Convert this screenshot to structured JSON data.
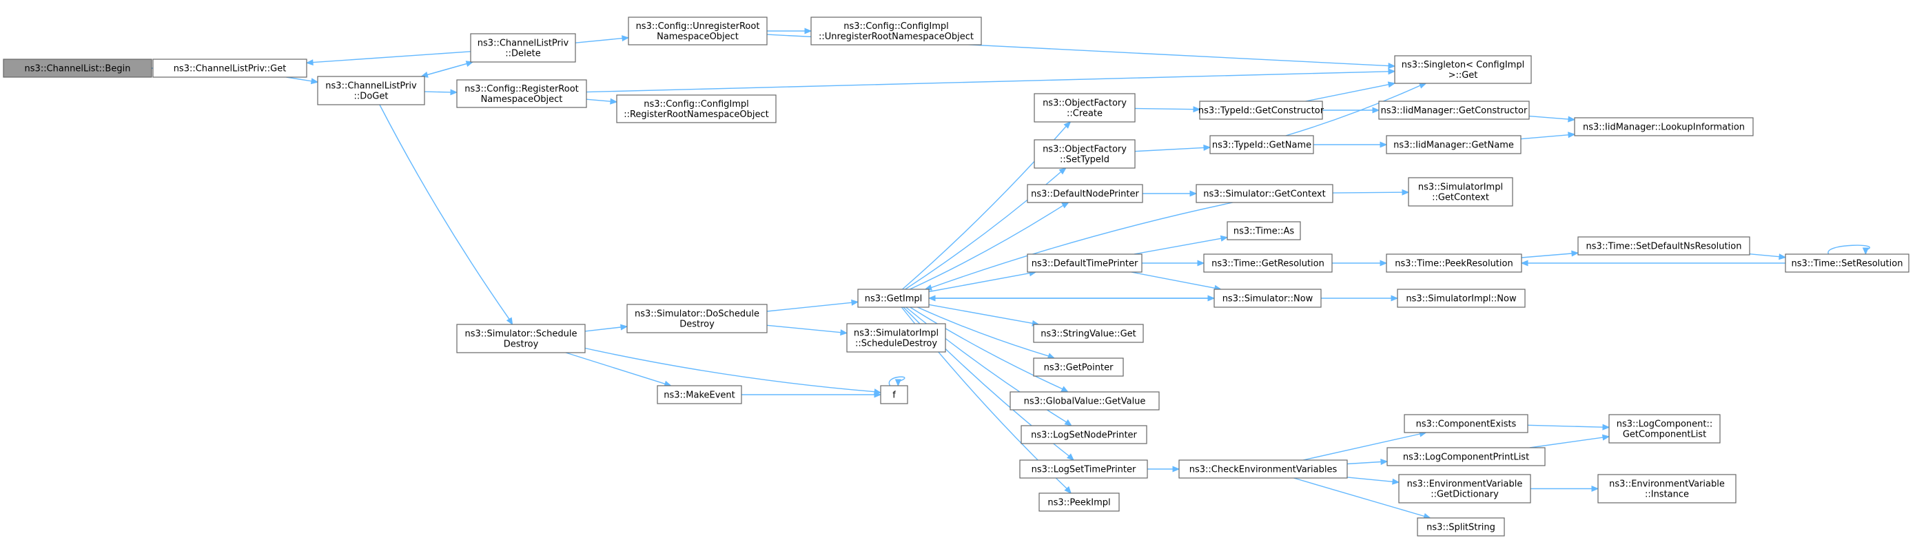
{
  "diagram": {
    "title": "",
    "colors": {
      "edge": "#63b8ff",
      "node_border": "#666666",
      "root_fill": "#999999",
      "node_fill": "#ffffff"
    },
    "nodes": {
      "begin": {
        "lines": [
          "ns3::ChannelList::Begin"
        ]
      },
      "privget": {
        "lines": [
          "ns3::ChannelListPriv::Get"
        ]
      },
      "privdelete": {
        "lines": [
          "ns3::ChannelListPriv",
          "::Delete"
        ]
      },
      "privdoget": {
        "lines": [
          "ns3::ChannelListPriv",
          "::DoGet"
        ]
      },
      "unregroot": {
        "lines": [
          "ns3::Config::UnregisterRoot",
          "NamespaceObject"
        ]
      },
      "implunreg": {
        "lines": [
          "ns3::Config::ConfigImpl",
          "::UnregisterRootNamespaceObject"
        ]
      },
      "singleton": {
        "lines": [
          "ns3::Singleton< ConfigImpl",
          ">::Get"
        ]
      },
      "regroot": {
        "lines": [
          "ns3::Config::RegisterRoot",
          "NamespaceObject"
        ]
      },
      "implreg": {
        "lines": [
          "ns3::Config::ConfigImpl",
          "::RegisterRootNamespaceObject"
        ]
      },
      "objcreate": {
        "lines": [
          "ns3::ObjectFactory",
          "::Create"
        ]
      },
      "objsettype": {
        "lines": [
          "ns3::ObjectFactory",
          "::SetTypeId"
        ]
      },
      "getctor": {
        "lines": [
          "ns3::TypeId::GetConstructor"
        ]
      },
      "iidgetctor": {
        "lines": [
          "ns3::IidManager::GetConstructor"
        ]
      },
      "lookup": {
        "lines": [
          "ns3::IidManager::LookupInformation"
        ]
      },
      "getname": {
        "lines": [
          "ns3::TypeId::GetName"
        ]
      },
      "iidgetname": {
        "lines": [
          "ns3::IidManager::GetName"
        ]
      },
      "nodeprinter": {
        "lines": [
          "ns3::DefaultNodePrinter"
        ]
      },
      "simgetctx": {
        "lines": [
          "ns3::Simulator::GetContext"
        ]
      },
      "simimplctx": {
        "lines": [
          "ns3::SimulatorImpl",
          "::GetContext"
        ]
      },
      "timeas": {
        "lines": [
          "ns3::Time::As"
        ]
      },
      "timeprinter": {
        "lines": [
          "ns3::DefaultTimePrinter"
        ]
      },
      "getres": {
        "lines": [
          "ns3::Time::GetResolution"
        ]
      },
      "peekres": {
        "lines": [
          "ns3::Time::PeekResolution"
        ]
      },
      "setdefres": {
        "lines": [
          "ns3::Time::SetDefaultNsResolution"
        ]
      },
      "setres": {
        "lines": [
          "ns3::Time::SetResolution"
        ]
      },
      "getimpl": {
        "lines": [
          "ns3::GetImpl"
        ]
      },
      "simnow": {
        "lines": [
          "ns3::Simulator::Now"
        ]
      },
      "simimplnow": {
        "lines": [
          "ns3::SimulatorImpl::Now"
        ]
      },
      "schedestroy": {
        "lines": [
          "ns3::Simulator::Schedule",
          "Destroy"
        ]
      },
      "doschedestroy": {
        "lines": [
          "ns3::Simulator::DoSchedule",
          "Destroy"
        ]
      },
      "implschedestroy": {
        "lines": [
          "ns3::SimulatorImpl",
          "::ScheduleDestroy"
        ]
      },
      "stringget": {
        "lines": [
          "ns3::StringValue::Get"
        ]
      },
      "getpointer": {
        "lines": [
          "ns3::GetPointer"
        ]
      },
      "globalget": {
        "lines": [
          "ns3::GlobalValue::GetValue"
        ]
      },
      "logsetnode": {
        "lines": [
          "ns3::LogSetNodePrinter"
        ]
      },
      "makeevent": {
        "lines": [
          "ns3::MakeEvent"
        ]
      },
      "f": {
        "lines": [
          "f"
        ]
      },
      "logsettime": {
        "lines": [
          "ns3::LogSetTimePrinter"
        ]
      },
      "checkenv": {
        "lines": [
          "ns3::CheckEnvironmentVariables"
        ]
      },
      "compexists": {
        "lines": [
          "ns3::ComponentExists"
        ]
      },
      "complist": {
        "lines": [
          "ns3::LogComponent::",
          "GetComponentList"
        ]
      },
      "printlist": {
        "lines": [
          "ns3::LogComponentPrintList"
        ]
      },
      "envdict": {
        "lines": [
          "ns3::EnvironmentVariable",
          "::GetDictionary"
        ]
      },
      "envinst": {
        "lines": [
          "ns3::EnvironmentVariable",
          "::Instance"
        ]
      },
      "peekimpl": {
        "lines": [
          "ns3::PeekImpl"
        ]
      },
      "split": {
        "lines": [
          "ns3::SplitString"
        ]
      }
    },
    "edges": [
      [
        "begin",
        "privget"
      ],
      [
        "privget",
        "privdoget"
      ],
      [
        "privdoget",
        "privdelete"
      ],
      [
        "privdelete",
        "privget"
      ],
      [
        "privdelete",
        "privdoget"
      ],
      [
        "privdelete",
        "unregroot"
      ],
      [
        "unregroot",
        "implunreg"
      ],
      [
        "unregroot",
        "singleton"
      ],
      [
        "privdoget",
        "regroot"
      ],
      [
        "regroot",
        "implreg"
      ],
      [
        "regroot",
        "singleton"
      ],
      [
        "privdoget",
        "schedestroy"
      ],
      [
        "schedestroy",
        "doschedestroy"
      ],
      [
        "schedestroy",
        "makeevent"
      ],
      [
        "schedestroy",
        "f"
      ],
      [
        "makeevent",
        "f"
      ],
      [
        "f",
        "f"
      ],
      [
        "doschedestroy",
        "implschedestroy"
      ],
      [
        "doschedestroy",
        "getimpl"
      ],
      [
        "getimpl",
        "objcreate"
      ],
      [
        "getimpl",
        "objsettype"
      ],
      [
        "getimpl",
        "nodeprinter"
      ],
      [
        "getimpl",
        "timeprinter"
      ],
      [
        "getimpl",
        "simnow"
      ],
      [
        "getimpl",
        "stringget"
      ],
      [
        "getimpl",
        "getpointer"
      ],
      [
        "getimpl",
        "globalget"
      ],
      [
        "getimpl",
        "logsetnode"
      ],
      [
        "getimpl",
        "logsettime"
      ],
      [
        "getimpl",
        "peekimpl"
      ],
      [
        "simgetctx",
        "getimpl"
      ],
      [
        "objcreate",
        "getctor"
      ],
      [
        "getctor",
        "singleton"
      ],
      [
        "getctor",
        "iidgetctor"
      ],
      [
        "iidgetctor",
        "lookup"
      ],
      [
        "objsettype",
        "getname"
      ],
      [
        "getname",
        "singleton"
      ],
      [
        "getname",
        "iidgetname"
      ],
      [
        "iidgetname",
        "lookup"
      ],
      [
        "nodeprinter",
        "simgetctx"
      ],
      [
        "simgetctx",
        "simimplctx"
      ],
      [
        "timeprinter",
        "timeas"
      ],
      [
        "timeprinter",
        "getres"
      ],
      [
        "timeprinter",
        "simnow"
      ],
      [
        "getres",
        "peekres"
      ],
      [
        "peekres",
        "setdefres"
      ],
      [
        "setdefres",
        "setres"
      ],
      [
        "setres",
        "peekres"
      ],
      [
        "setres",
        "setres"
      ],
      [
        "simnow",
        "getimpl"
      ],
      [
        "simnow",
        "simimplnow"
      ],
      [
        "logsettime",
        "checkenv"
      ],
      [
        "checkenv",
        "compexists"
      ],
      [
        "checkenv",
        "printlist"
      ],
      [
        "checkenv",
        "envdict"
      ],
      [
        "checkenv",
        "split"
      ],
      [
        "compexists",
        "complist"
      ],
      [
        "printlist",
        "complist"
      ],
      [
        "envdict",
        "envinst"
      ]
    ]
  }
}
